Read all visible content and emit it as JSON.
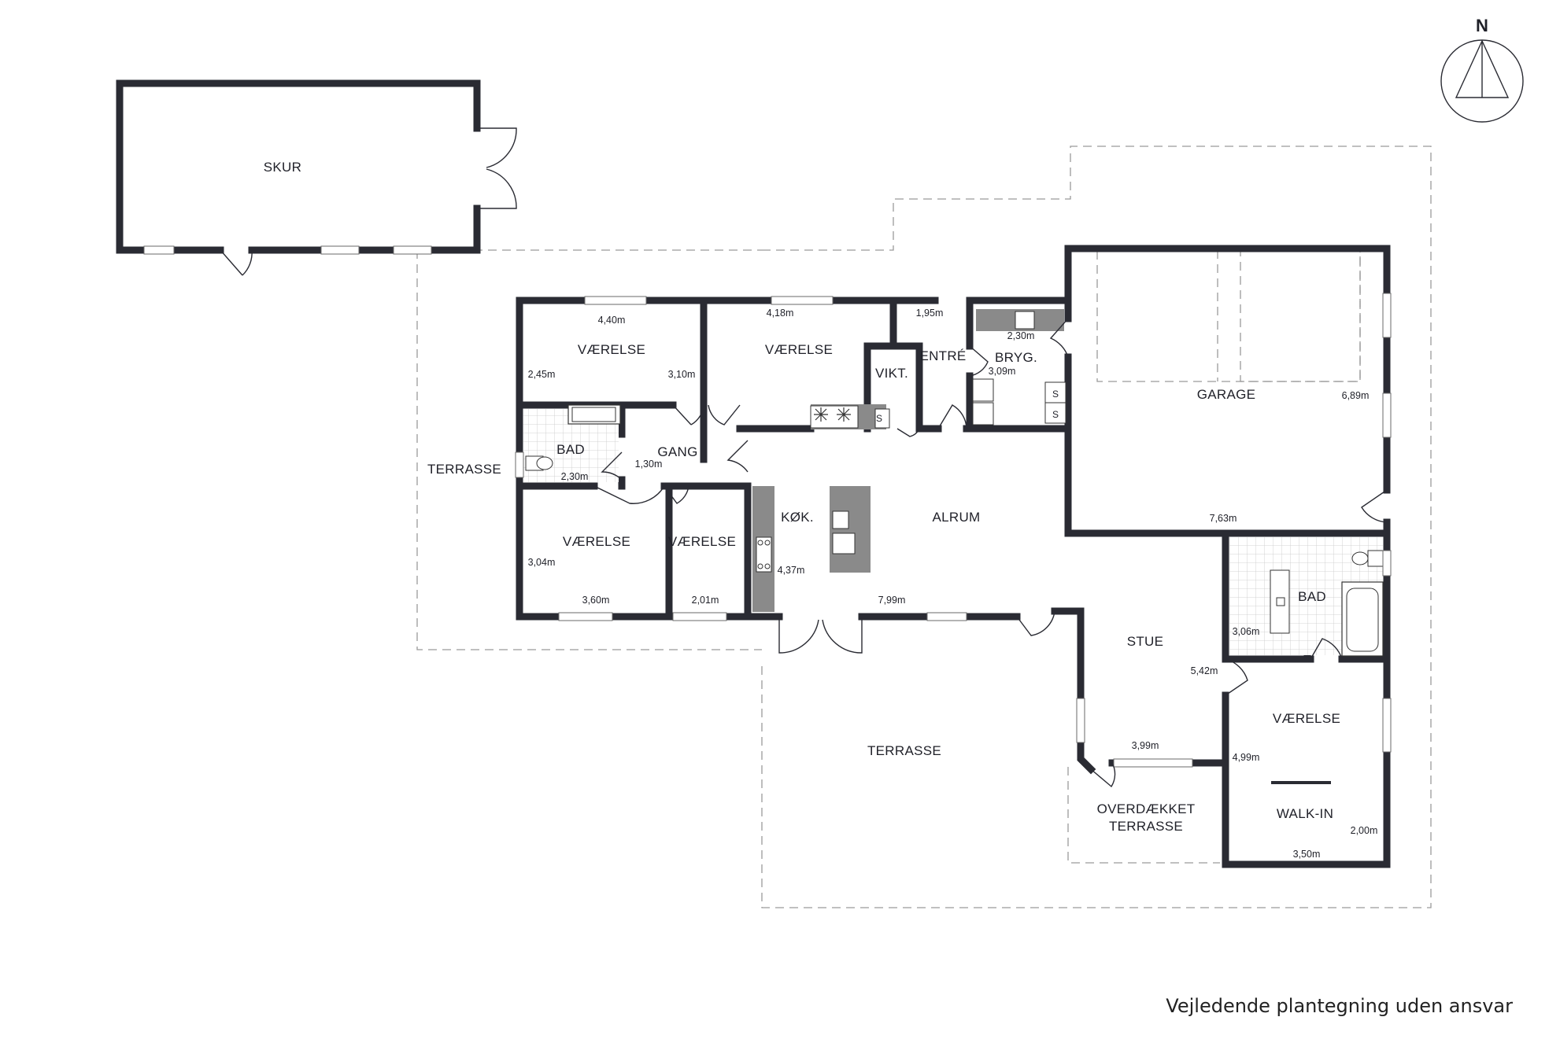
{
  "plan": {
    "compass_label": "N",
    "disclaimer": "Vejledende plantegning uden ansvar",
    "colors": {
      "wall": "#2a2b33",
      "dashed": "#9a9a9a",
      "counter": "#8a8a8a",
      "text": "#1f2028"
    },
    "rooms": [
      {
        "key": "skur",
        "label": "SKUR"
      },
      {
        "key": "terrasse_west",
        "label": "TERRASSE"
      },
      {
        "key": "vaerelse_nw",
        "label": "VÆRELSE"
      },
      {
        "key": "vaerelse_n",
        "label": "VÆRELSE"
      },
      {
        "key": "vikt",
        "label": "VIKT."
      },
      {
        "key": "entre",
        "label": "ENTRÉ"
      },
      {
        "key": "bryg",
        "label": "BRYG."
      },
      {
        "key": "garage",
        "label": "GARAGE"
      },
      {
        "key": "bad_west",
        "label": "BAD"
      },
      {
        "key": "gang",
        "label": "GANG"
      },
      {
        "key": "kok",
        "label": "KØK."
      },
      {
        "key": "alrum",
        "label": "ALRUM"
      },
      {
        "key": "vaerelse_sw",
        "label": "VÆRELSE"
      },
      {
        "key": "vaerelse_s",
        "label": "VÆRELSE"
      },
      {
        "key": "bad_east",
        "label": "BAD"
      },
      {
        "key": "stue",
        "label": "STUE"
      },
      {
        "key": "terrasse_south",
        "label": "TERRASSE"
      },
      {
        "key": "vaerelse_east",
        "label": "VÆRELSE"
      },
      {
        "key": "overdaekket_1",
        "label": "OVERDÆKKET"
      },
      {
        "key": "overdaekket_2",
        "label": "TERRASSE"
      },
      {
        "key": "walkin",
        "label": "WALK-IN"
      }
    ],
    "dimensions": [
      {
        "key": "d440",
        "value": "4,40m"
      },
      {
        "key": "d418",
        "value": "4,18m"
      },
      {
        "key": "d195",
        "value": "1,95m"
      },
      {
        "key": "d230a",
        "value": "2,30m"
      },
      {
        "key": "d309",
        "value": "3,09m"
      },
      {
        "key": "d245",
        "value": "2,45m"
      },
      {
        "key": "d310",
        "value": "3,10m"
      },
      {
        "key": "d689",
        "value": "6,89m"
      },
      {
        "key": "d130",
        "value": "1,30m"
      },
      {
        "key": "d230b",
        "value": "2,30m"
      },
      {
        "key": "d763",
        "value": "7,63m"
      },
      {
        "key": "d304",
        "value": "3,04m"
      },
      {
        "key": "d437",
        "value": "4,37m"
      },
      {
        "key": "d360",
        "value": "3,60m"
      },
      {
        "key": "d201",
        "value": "2,01m"
      },
      {
        "key": "d799",
        "value": "7,99m"
      },
      {
        "key": "d306",
        "value": "3,06m"
      },
      {
        "key": "d542",
        "value": "5,42m"
      },
      {
        "key": "d399",
        "value": "3,99m"
      },
      {
        "key": "d499",
        "value": "4,99m"
      },
      {
        "key": "d200",
        "value": "2,00m"
      },
      {
        "key": "d350",
        "value": "3,50m"
      }
    ],
    "fixtures": {
      "s1": "S",
      "s2": "S",
      "s3": "S"
    }
  }
}
